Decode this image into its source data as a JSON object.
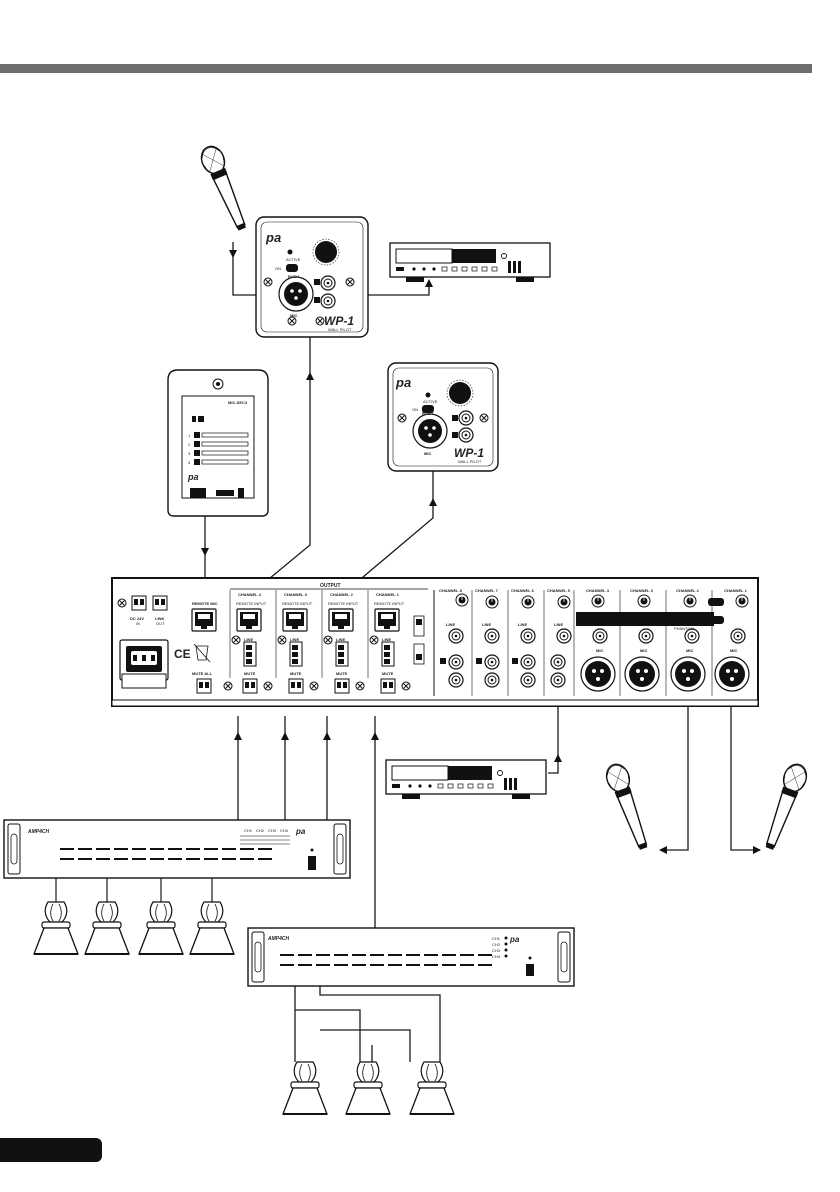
{
  "colors": {
    "header_bar": "#6e6e6e",
    "line": "#1a1a1a",
    "panel_fill": "#ffffff",
    "dark": "#111111"
  },
  "microphone_icon": "microphone-icon",
  "wallplate": {
    "model": "WP-1",
    "subtitle": "WALL PILOT",
    "on_label": "ON",
    "active_label": "ACTIVE",
    "mic_label": "MIC",
    "push_label": "PUSH"
  },
  "mic_station": {
    "brand": "MIC-SEC4",
    "remote_labels": [
      "1",
      "2",
      "3",
      "4"
    ]
  },
  "mixer": {
    "output_label": "OUTPUT",
    "power_label": "DC 24V",
    "power_sub": "IN",
    "link_label": "LINK",
    "link_sub": "OUT",
    "remote_mic_label": "REMOTE MIC",
    "mute_all_label": "MUTE ALL",
    "output_channels": [
      "CHANNEL 4",
      "CHANNEL 3",
      "CHANNEL 2",
      "CHANNEL 1"
    ],
    "remote_input_label": "REMOTE INPUT",
    "line_label": "LINE",
    "mute_label": "MUTE",
    "input_channels": [
      "CHANNEL 8",
      "CHANNEL 7",
      "CHANNEL 6",
      "CHANNEL 5",
      "CHANNEL 4",
      "CHANNEL 3",
      "CHANNEL 2",
      "CHANNEL 1"
    ],
    "mic_label": "MIC",
    "phantom_label": "PHANTOM",
    "ce_label": "CE"
  },
  "amplifiers": [
    {
      "brand": "AMP4CH",
      "channel_labels": [
        "CH1",
        "CH2",
        "CH3",
        "CH4"
      ]
    },
    {
      "brand": "AMP4CH",
      "channel_labels": [
        "CH1",
        "CH2",
        "CH3",
        "CH4"
      ]
    }
  ]
}
